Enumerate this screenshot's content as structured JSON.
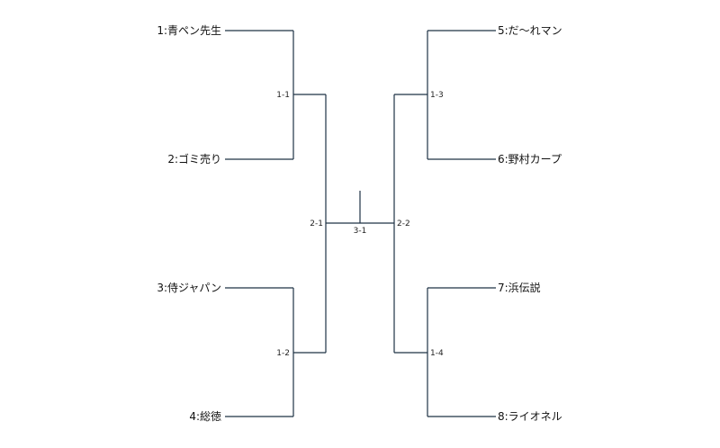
{
  "bracket": {
    "players": [
      "1:青ペン先生",
      "2:ゴミ売り",
      "3:侍ジャパン",
      "4:総徳",
      "5:だ〜れマン",
      "6:野村カープ",
      "7:浜伝説",
      "8:ライオネル"
    ],
    "matches": {
      "r1_1": "1-1",
      "r1_2": "1-2",
      "r1_3": "1-3",
      "r1_4": "1-4",
      "r2_1": "2-1",
      "r2_2": "2-2",
      "final": "3-1"
    },
    "line_color": "#1f3345"
  }
}
